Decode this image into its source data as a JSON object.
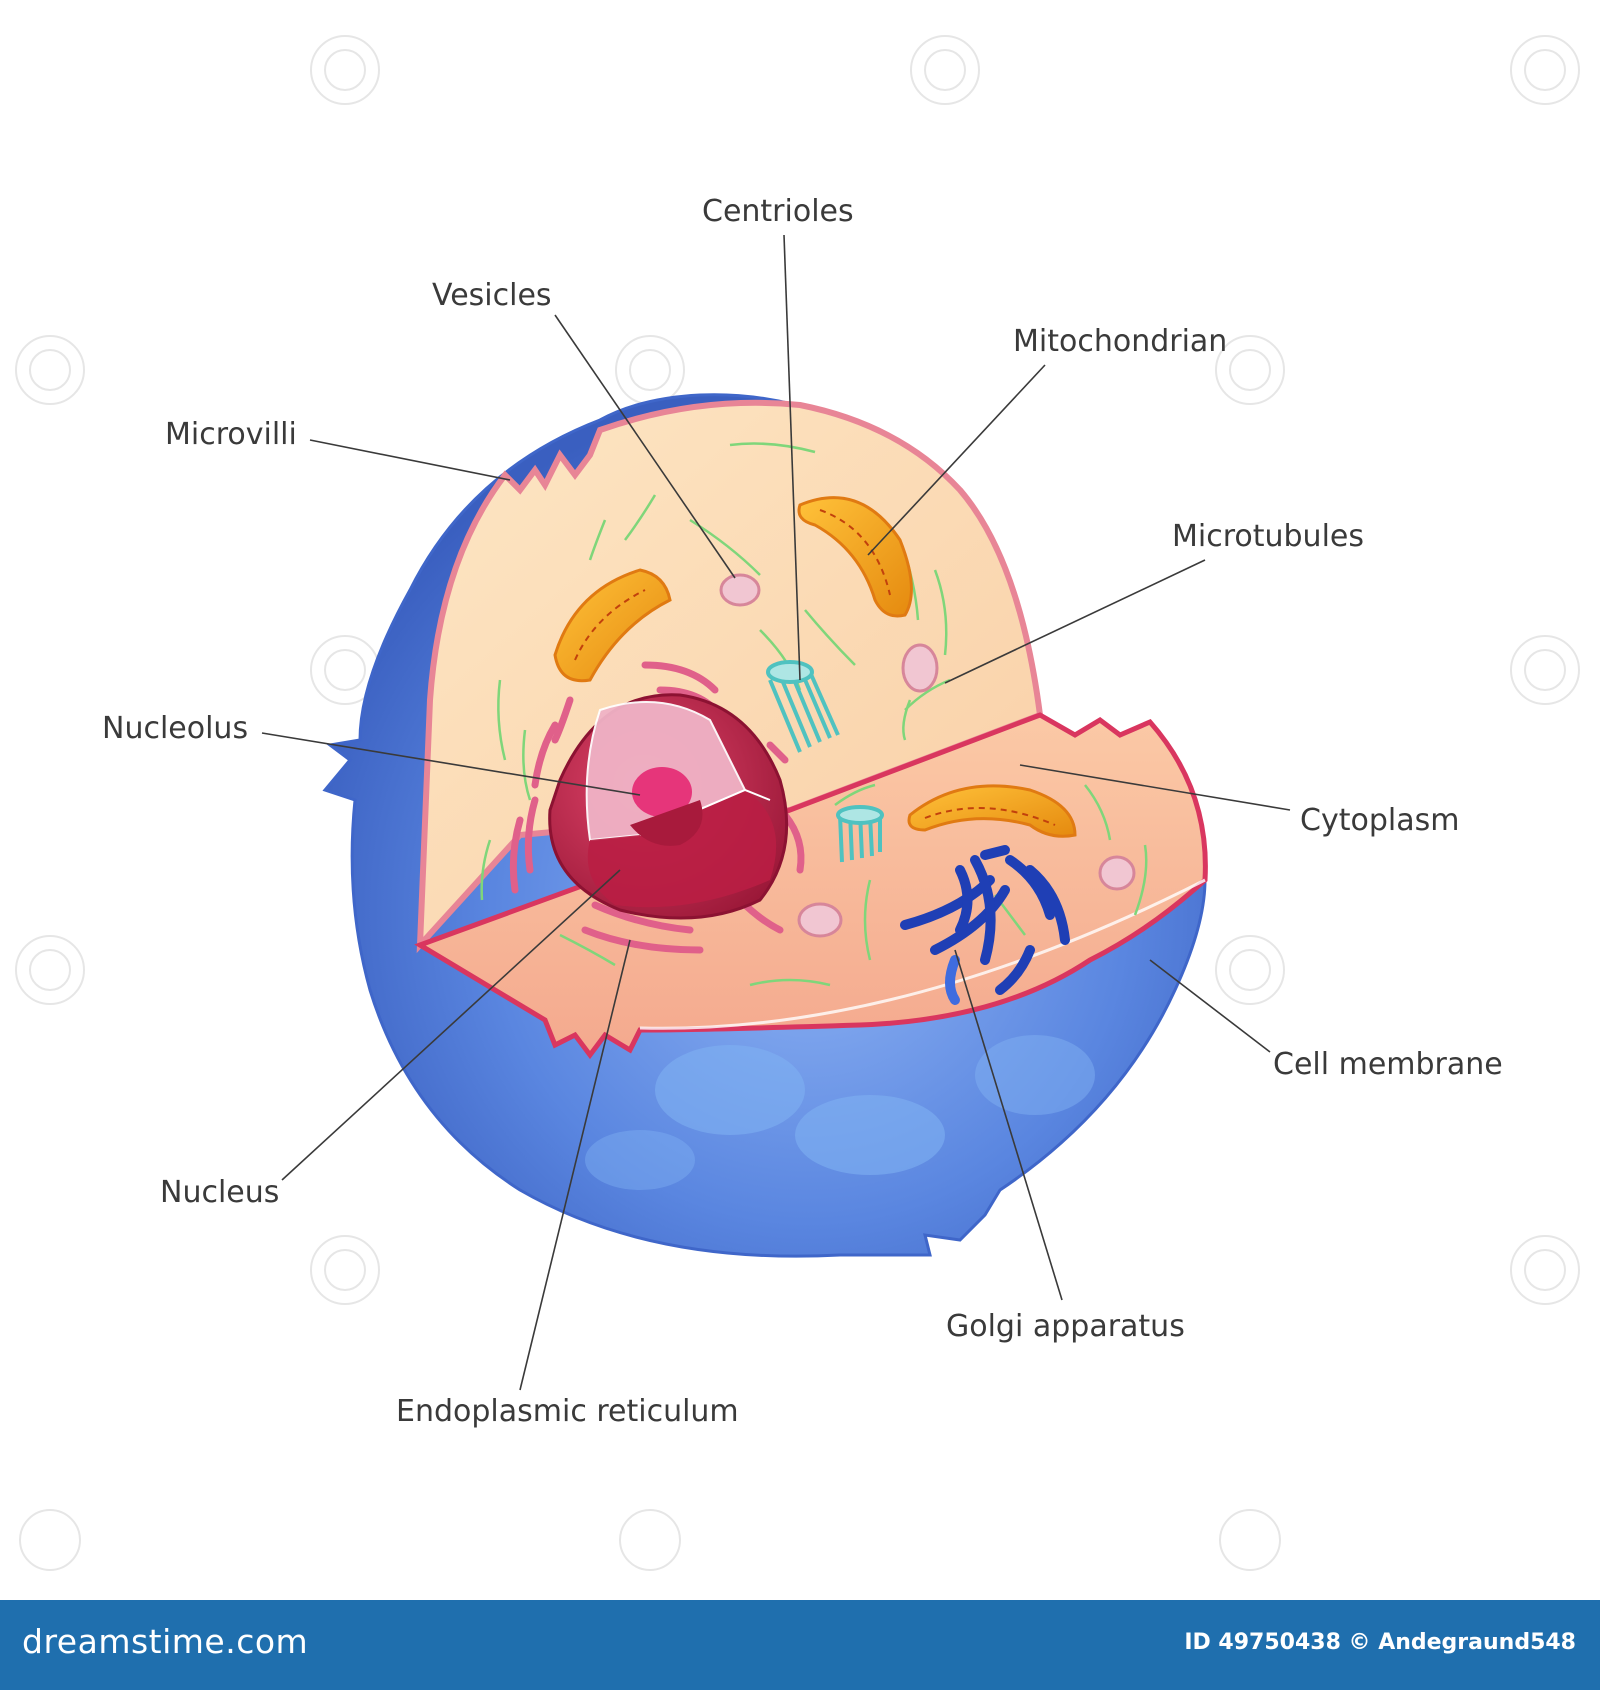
{
  "labels": {
    "centrioles": "Centrioles",
    "vesicles": "Vesicles",
    "mitochondrian": "Mitochondrian",
    "microvilli": "Microvilli",
    "microtubules": "Microtubules",
    "nucleolus": "Nucleolus",
    "cytoplasm": "Cytoplasm",
    "cell_membrane": "Cell membrane",
    "nucleus": "Nucleus",
    "golgi_apparatus": "Golgi apparatus",
    "endoplasmic_reticulum": "Endoplasmic reticulum"
  },
  "footer": {
    "brand": "dreamstime.com",
    "credit": "ID 49750438 © Andegraund548"
  },
  "colors": {
    "outer_membrane": "#4f7fd8",
    "cut_surface": "#fbd9b6",
    "membrane_edge": "#e07a8c",
    "cytoplasm_front": "#f7b79a",
    "mitochondria": "#f3a51c",
    "nucleus": "#c1284a",
    "golgi": "#1f3fb5",
    "centrioles": "#66d0cf",
    "footer_bar": "#1f6fae"
  }
}
